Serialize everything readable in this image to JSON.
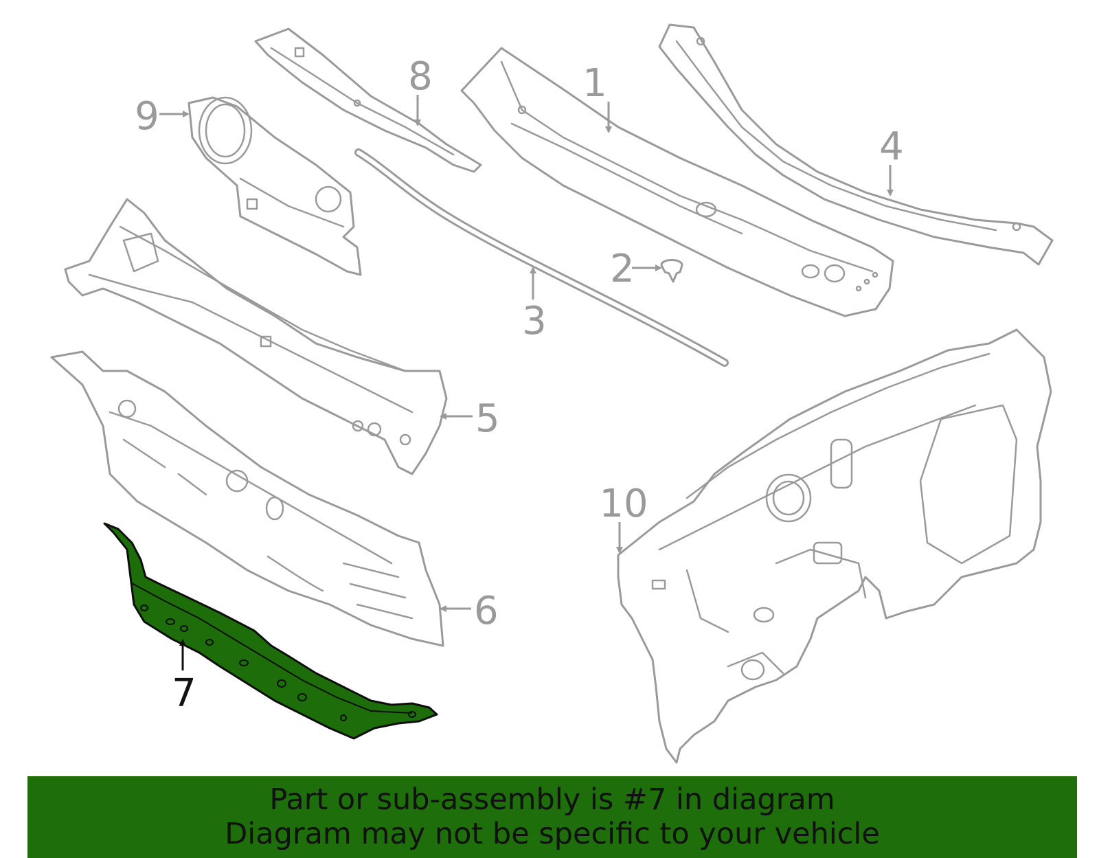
{
  "diagram": {
    "callouts": [
      {
        "id": "1",
        "label": "1"
      },
      {
        "id": "2",
        "label": "2"
      },
      {
        "id": "3",
        "label": "3"
      },
      {
        "id": "4",
        "label": "4"
      },
      {
        "id": "5",
        "label": "5"
      },
      {
        "id": "6",
        "label": "6"
      },
      {
        "id": "7",
        "label": "7",
        "highlighted": true
      },
      {
        "id": "8",
        "label": "8"
      },
      {
        "id": "9",
        "label": "9"
      },
      {
        "id": "10",
        "label": "10"
      }
    ],
    "highlight_color": "#1e6e0c",
    "outline_color": "#9a9a9a"
  },
  "banner": {
    "line1": "Part or sub-assembly is #7 in diagram",
    "line2": "Diagram may not be specific to your vehicle"
  }
}
